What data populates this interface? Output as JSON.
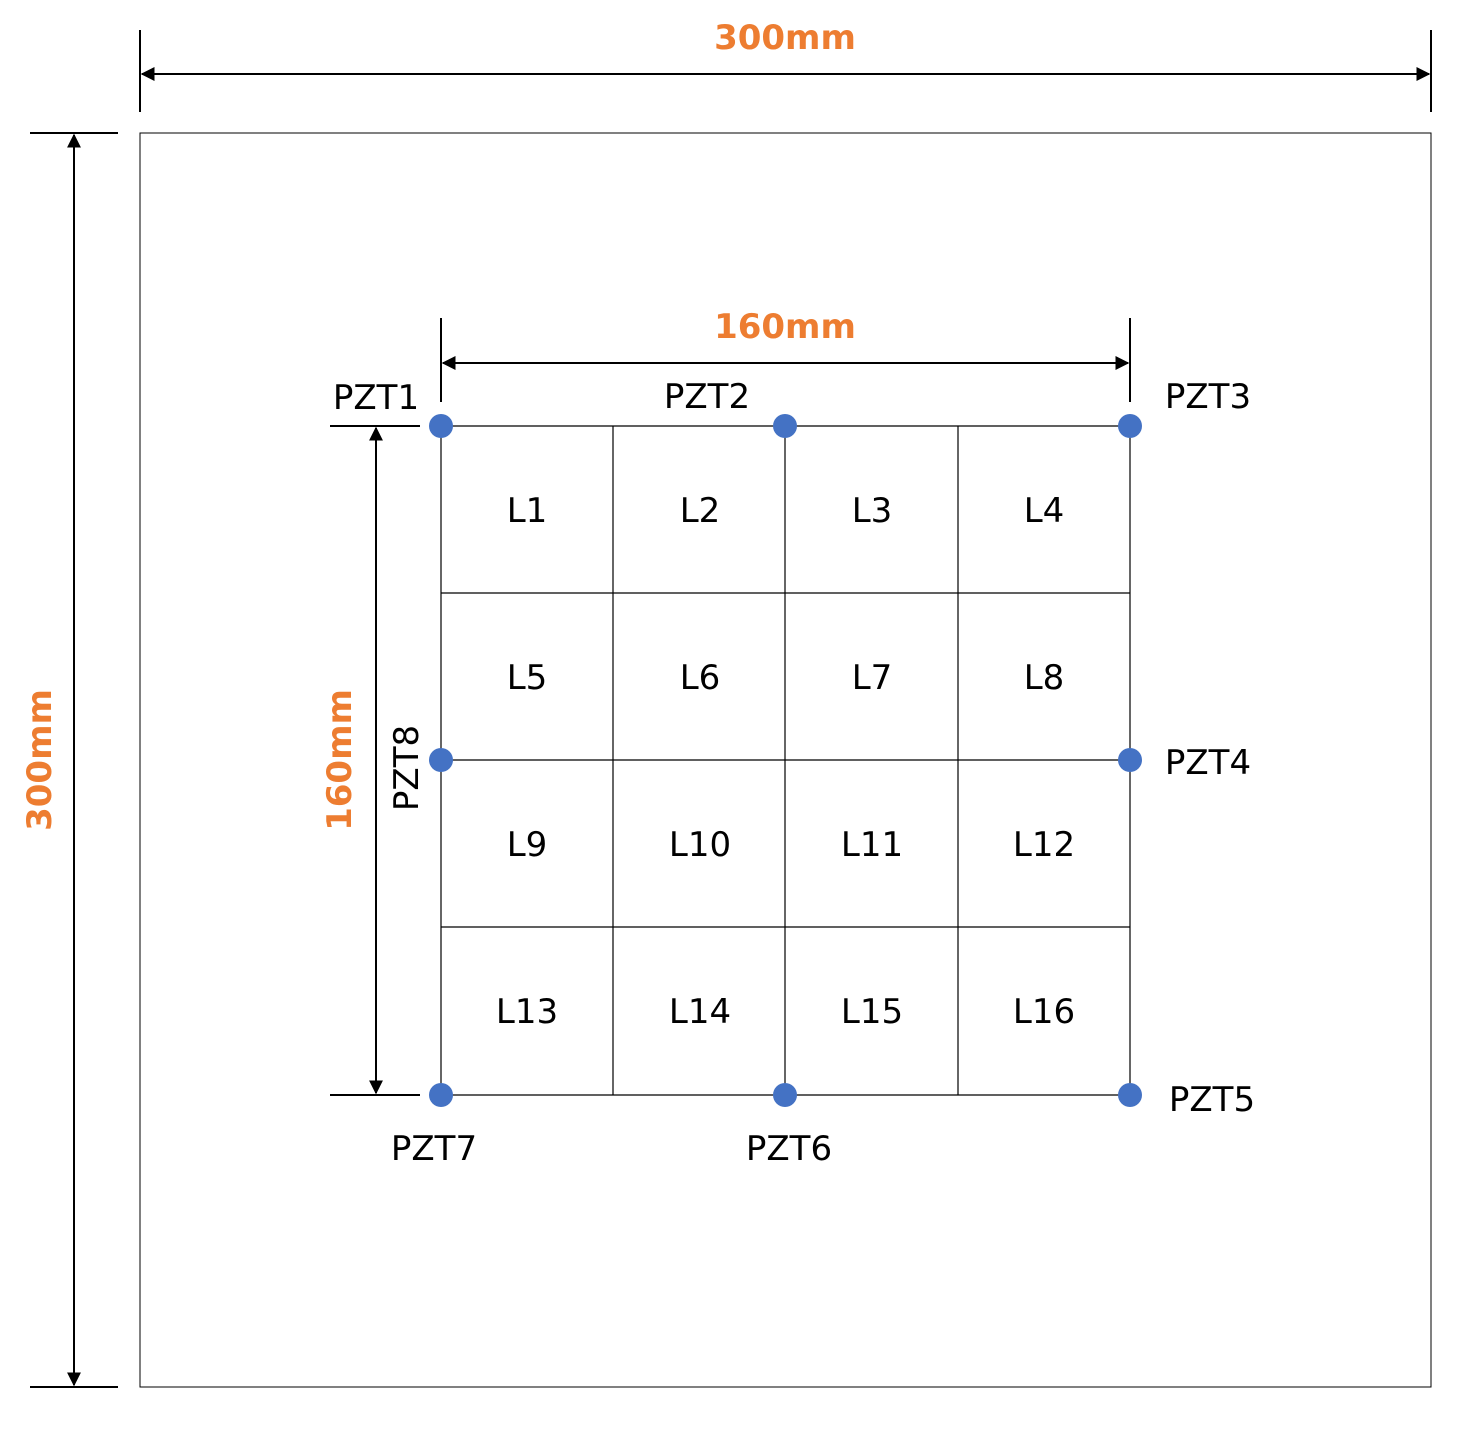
{
  "dimensions": {
    "plate_width_label": "300mm",
    "plate_height_label": "300mm",
    "grid_width_label": "160mm",
    "grid_height_label": "160mm"
  },
  "colors": {
    "dimension_text": "#ED7D31",
    "sensor_dot": "#4472C4",
    "lines": "#000000"
  },
  "sensors": [
    {
      "label": "PZT1"
    },
    {
      "label": "PZT2"
    },
    {
      "label": "PZT3"
    },
    {
      "label": "PZT4"
    },
    {
      "label": "PZT5"
    },
    {
      "label": "PZT6"
    },
    {
      "label": "PZT7"
    },
    {
      "label": "PZT8"
    }
  ],
  "grid": {
    "rows": 4,
    "cols": 4,
    "cells": [
      "L1",
      "L2",
      "L3",
      "L4",
      "L5",
      "L6",
      "L7",
      "L8",
      "L9",
      "L10",
      "L11",
      "L12",
      "L13",
      "L14",
      "L15",
      "L16"
    ]
  }
}
